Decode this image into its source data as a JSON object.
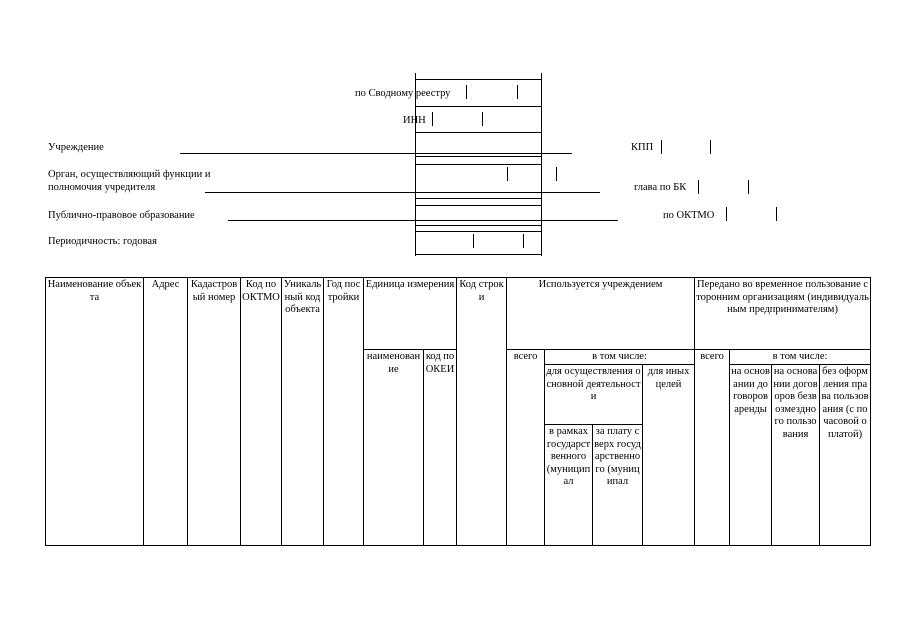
{
  "header": {
    "svodny_label": "по Сводному реестру",
    "inn_label": "ИНН",
    "uchrezhdenie_label": "Учреждение",
    "kpp_label": "КПП",
    "organ_line1": "Орган, осуществляющий функции и",
    "organ_line2": "полномочия учредителя",
    "glava_label": "глава по БК",
    "publichno_label": "Публично-правовое образование",
    "oktmo_label": "по ОКТМО",
    "periodichnost_label": "Периодичность: годовая"
  },
  "table": {
    "col_name": "Наименование объекта",
    "col_address": "Адрес",
    "col_cadastral": "Кадастровый номер",
    "col_oktmo": "Код по ОКТМО",
    "col_unique": "Уникальный код объекта",
    "col_year": "Год постройки",
    "col_unit": "Единица измерения",
    "col_unit_name": "наименование",
    "col_unit_code": "код по ОКЕИ",
    "col_row_code": "Код строки",
    "col_used": "Используется учреждением",
    "col_used_total": "всего",
    "col_used_including": "в том числе:",
    "col_used_main": "для осуществления основной деятельности",
    "col_used_within": "в рамках государственного (муниципал",
    "col_used_paid": "за плату сверх государственного (муниципал",
    "col_used_other": "для иных целей",
    "col_transferred": "Передано во временное пользование сторонним организациям (индивидуальным предпринимателям)",
    "col_tr_total": "всего",
    "col_tr_including": "в том числе:",
    "col_tr_lease": "на основании договоров аренды",
    "col_tr_free": "на основании договоров безвозмездного пользования",
    "col_tr_noformal": "без оформления права пользования (с почасовой оплатой)"
  }
}
